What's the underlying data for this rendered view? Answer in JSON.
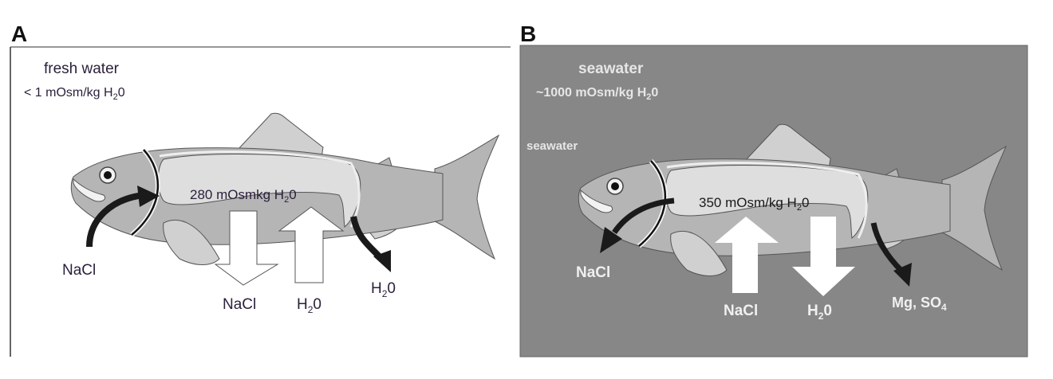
{
  "panel_a": {
    "letter": "A",
    "environment": "fresh water",
    "env_osm": {
      "pre": "< 1 mOsm/kg H",
      "sub": "2",
      "post": "0"
    },
    "body_osm": {
      "pre": "280 mOsmkg H",
      "sub": "2",
      "post": "0"
    },
    "gill_label": "NaCl",
    "down_arrow_label": "NaCl",
    "up_arrow_label": {
      "pre": "H",
      "sub": "2",
      "post": "0"
    },
    "kidney_label": {
      "pre": "H",
      "sub": "2",
      "post": "0"
    }
  },
  "panel_b": {
    "letter": "B",
    "environment": "seawater",
    "env_osm": {
      "pre": "~1000 mOsm/kg H",
      "sub": "2",
      "post": "0"
    },
    "intake_label": "seawater",
    "body_osm": {
      "pre": "350 mOsm/kg H",
      "sub": "2",
      "post": "0"
    },
    "gill_label": "NaCl",
    "up_arrow_label": "NaCl",
    "down_arrow_label": {
      "pre": "H",
      "sub": "2",
      "post": "0"
    },
    "kidney_label": {
      "pre": "Mg, SO",
      "sub": "4",
      "post": ""
    }
  },
  "colors": {
    "panel_b_bg": "#878787",
    "fish_body": "#b5b5b5",
    "fin": "#d4d4d4",
    "arrow_dark": "#1a1a1a",
    "text_dark": "#2a1f3a"
  }
}
